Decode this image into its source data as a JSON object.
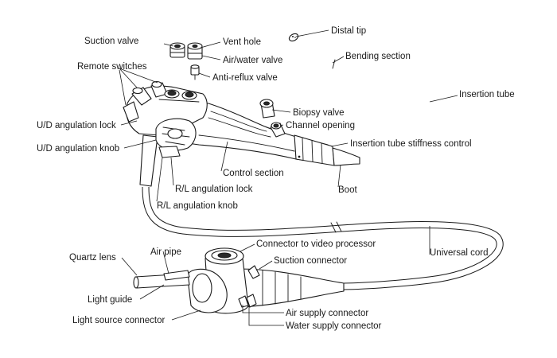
{
  "labels": {
    "suction_valve": "Suction valve",
    "vent_hole": "Vent hole",
    "air_water_valve": "Air/water valve",
    "anti_reflux_valve": "Anti-reflux valve",
    "remote_switches": "Remote switches",
    "ud_angulation_lock": "U/D angulation lock",
    "ud_angulation_knob": "U/D angulation knob",
    "rl_angulation_lock": "R/L angulation lock",
    "rl_angulation_knob": "R/L angulation knob",
    "control_section": "Control section",
    "biopsy_valve": "Biopsy valve",
    "channel_opening": "Channel opening",
    "insertion_tube_stiffness_control": "Insertion tube stiffness control",
    "boot": "Boot",
    "distal_tip": "Distal tip",
    "bending_section": "Bending section",
    "insertion_tube": "Insertion tube",
    "universal_cord": "Universal cord",
    "connector_to_video_processor": "Connector to video processor",
    "suction_connector": "Suction connector",
    "quartz_lens": "Quartz lens",
    "air_pipe": "Air pipe",
    "light_guide": "Light guide",
    "light_source_connector": "Light source connector",
    "air_supply_connector": "Air supply connector",
    "water_supply_connector": "Water supply connector"
  }
}
